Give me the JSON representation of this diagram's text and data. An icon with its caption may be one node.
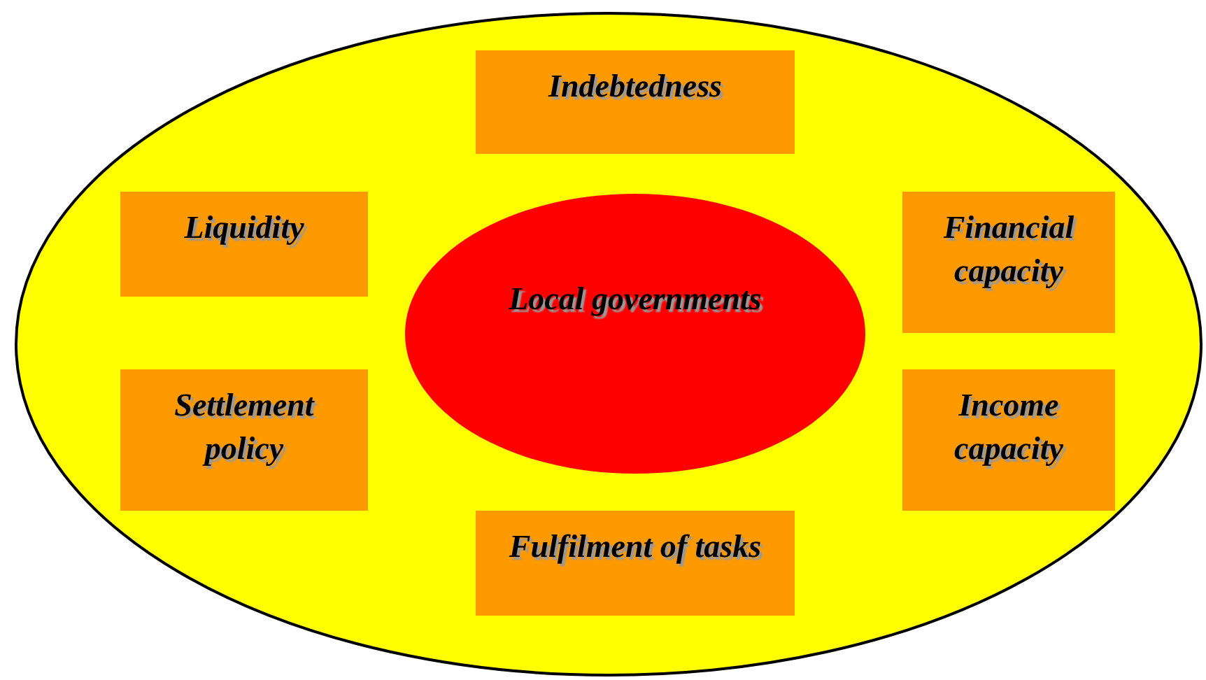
{
  "diagram": {
    "nodes": [
      {
        "text": [],
        "shape": "ellipse"
      },
      {
        "text": [
          "Indebtedness"
        ],
        "in": 0
      },
      {
        "text": [
          "Liquidity"
        ],
        "in": 0
      },
      {
        "text": [
          "Financial capacity"
        ],
        "in": 0
      },
      {
        "text": [
          "Local governments"
        ],
        "in": 0
      },
      {
        "text": [
          "Settlement policy"
        ],
        "in": 0
      },
      {
        "text": [
          "Income capacity"
        ],
        "in": 0
      },
      {
        "text": [
          "Fulfilment of tasks"
        ],
        "in": 0
      }
    ],
    "edges": []
  }
}
